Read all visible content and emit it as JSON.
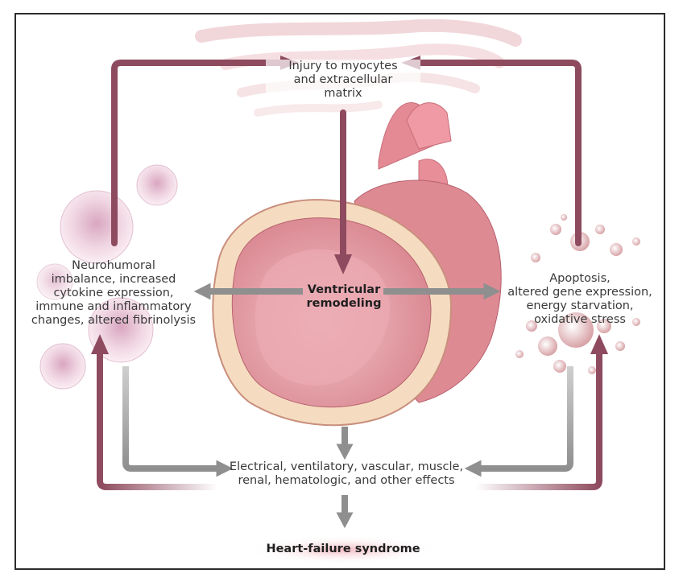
{
  "diagram": {
    "injury": [
      "Injury to myocytes",
      "and extracellular",
      "matrix"
    ],
    "remodeling": [
      "Ventricular",
      "remodeling"
    ],
    "neurohumoral": [
      "Neurohumoral",
      "imbalance, increased",
      "cytokine expression,",
      "immune and inflammatory",
      "changes, altered fibrinolysis"
    ],
    "apoptosis": [
      "Apoptosis,",
      "altered gene expression,",
      "energy starvation,",
      "oxidative stress"
    ],
    "effects": [
      "Electrical, ventilatory, vascular, muscle,",
      "renal, hematologic, and other effects"
    ],
    "syndrome": "Heart-failure syndrome"
  },
  "colors": {
    "maroon_arrow": "#8e4a5e",
    "gray_arrow": "#8f8f8f",
    "heart": "#e8a0a8",
    "frame": "#2b2b2b"
  }
}
